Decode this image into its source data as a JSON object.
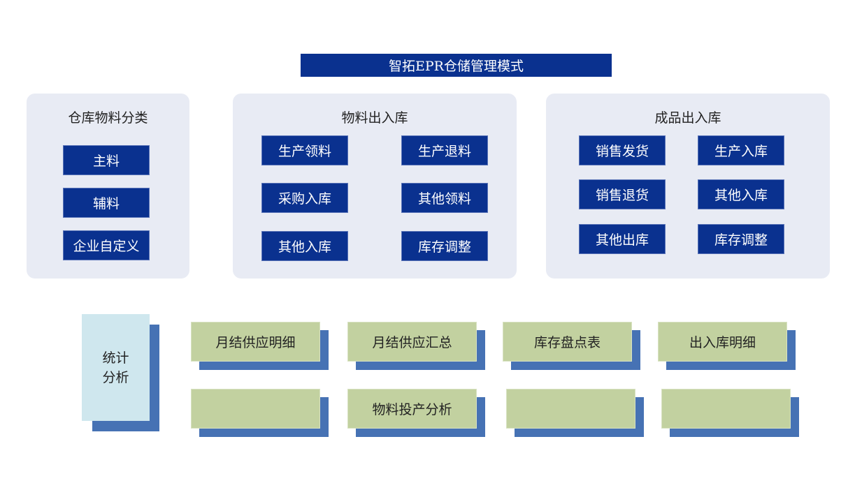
{
  "title": "智拓EPR仓储管理模式",
  "panels": [
    {
      "title": "仓库物料分类",
      "items": [
        "主料",
        "辅料",
        "企业自定义"
      ]
    },
    {
      "title": "物料出入库",
      "items": [
        "生产领料",
        "生产退料",
        "采购入库",
        "其他领料",
        "其他入库",
        "库存调整"
      ]
    },
    {
      "title": "成品出入库",
      "items": [
        "销售发货",
        "生产入库",
        "销售退货",
        "其他入库",
        "其他出库",
        "库存调整"
      ]
    }
  ],
  "stats": {
    "label_line1": "统计",
    "label_line2": "分析",
    "cards": [
      "月结供应明细",
      "月结供应汇总",
      "库存盘点表",
      "出入库明细",
      "",
      "物料投产分析",
      "",
      ""
    ]
  },
  "colors": {
    "primary_blue": "#0a318f",
    "panel_bg": "#e8ebf4",
    "card_green": "#c2d1a0",
    "shadow_blue": "#4672b4",
    "stats_bg": "#cfe7ee"
  }
}
